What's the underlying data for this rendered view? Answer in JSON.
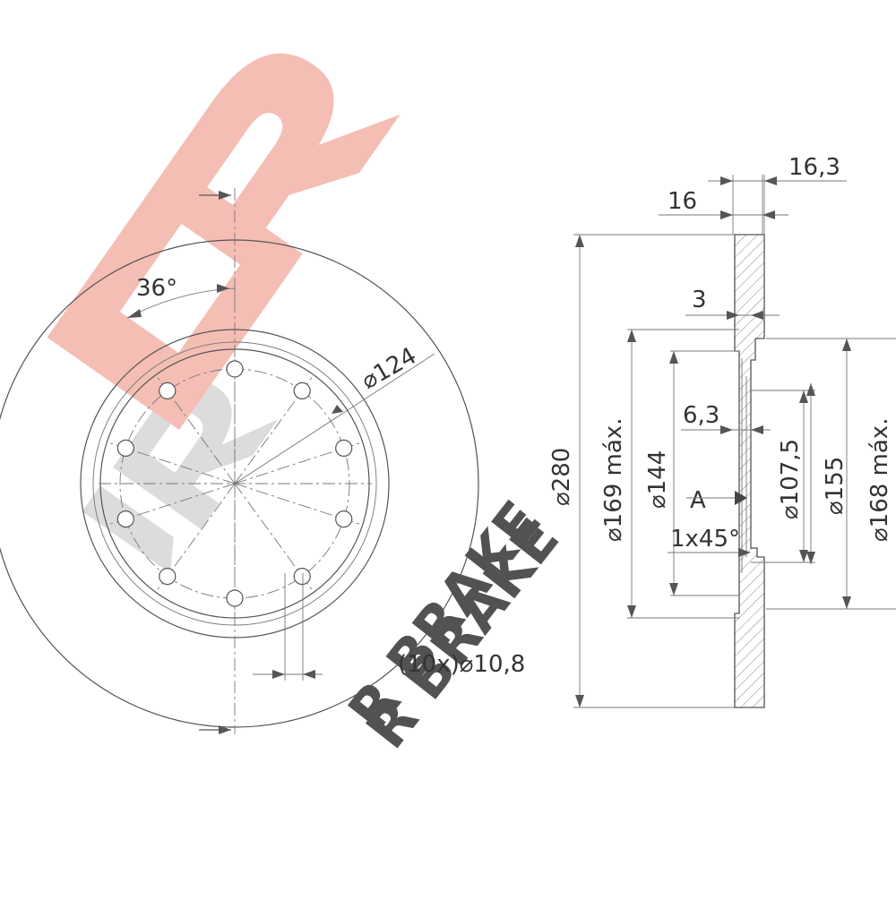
{
  "watermark": {
    "logo_text": "R",
    "brand_text": "R BRAKE",
    "color_front": "#f2b8ad",
    "color_shadow": "#cfcfcf"
  },
  "colors": {
    "line": "#555555",
    "hatch": "#888888",
    "text": "#333333"
  },
  "front_view": {
    "angle_label": "36°",
    "pcd_label": "⌀124",
    "holes_label": "(10x)⌀10,8",
    "hole_count": 10
  },
  "section_view": {
    "thickness_label": "16",
    "total_width_label": "16,3",
    "hat_offset_label": "3",
    "hat_depth_label": "6,3",
    "datum_label": "A",
    "chamfer_label": "1x45°",
    "outer_diameter_label": "⌀280",
    "max_169_label": "⌀169 máx.",
    "d144_label": "⌀144",
    "d107_label": "⌀107,5",
    "d155_label": "⌀155",
    "max_168_label": "⌀168 máx."
  }
}
